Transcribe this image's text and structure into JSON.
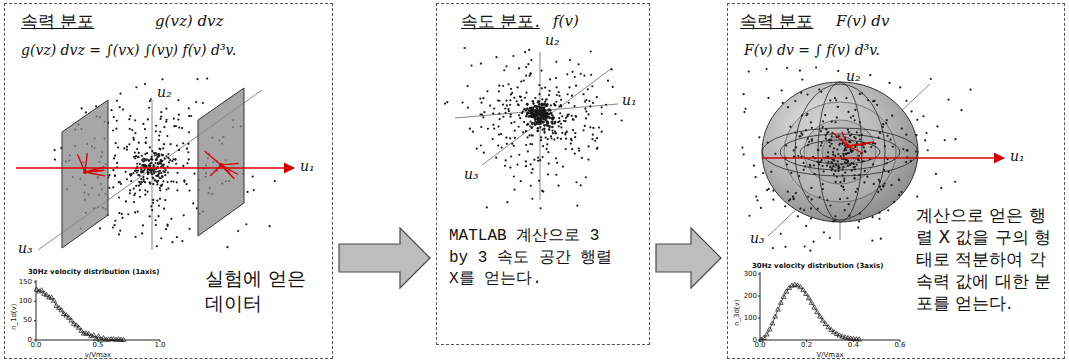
{
  "diagram": {
    "nodes": [
      {
        "text": [
          "속력 분포",
          "g(vz) dvz",
          "g(vz) dvz = ∫(vx) ∫(vy) f(v) d³v.",
          "실험에 얻은 데이터"
        ]
      },
      {
        "text": [
          "속도 분포.",
          "f(v)",
          "MATLAB 계산으로 3 by 3 속도 공간 행렬 X를 얻는다."
        ]
      },
      {
        "text": [
          "속력 분포",
          "F(v) dv",
          "F(v) dv = ∫ f(v) d³v.",
          "계산으로 얻은 행렬 X 값을 구의 형태로 적분하여 각 속력 값에 대한 분포를 얻는다."
        ]
      }
    ],
    "edges": [
      {
        "from": 0,
        "to": 1,
        "arrow": "to"
      },
      {
        "from": 1,
        "to": 2,
        "arrow": "to"
      }
    ],
    "labels": [
      "u₂",
      "u₁",
      "u₃",
      "30Hz velocity distribution (1axis)",
      "n_1d(v)",
      "v/Vmax",
      "0.0",
      "0.5",
      "1.0",
      "0",
      "50",
      "100",
      "150",
      "u₂",
      "u₁",
      "u₃",
      "u₂",
      "u₁",
      "u₃",
      "30Hz velocity distribution (3axis)",
      "n_3d(v)",
      "V/Vmax",
      "0.0",
      "0.2",
      "0.4",
      "0.6",
      "0",
      "100",
      "200",
      "300"
    ]
  }
}
